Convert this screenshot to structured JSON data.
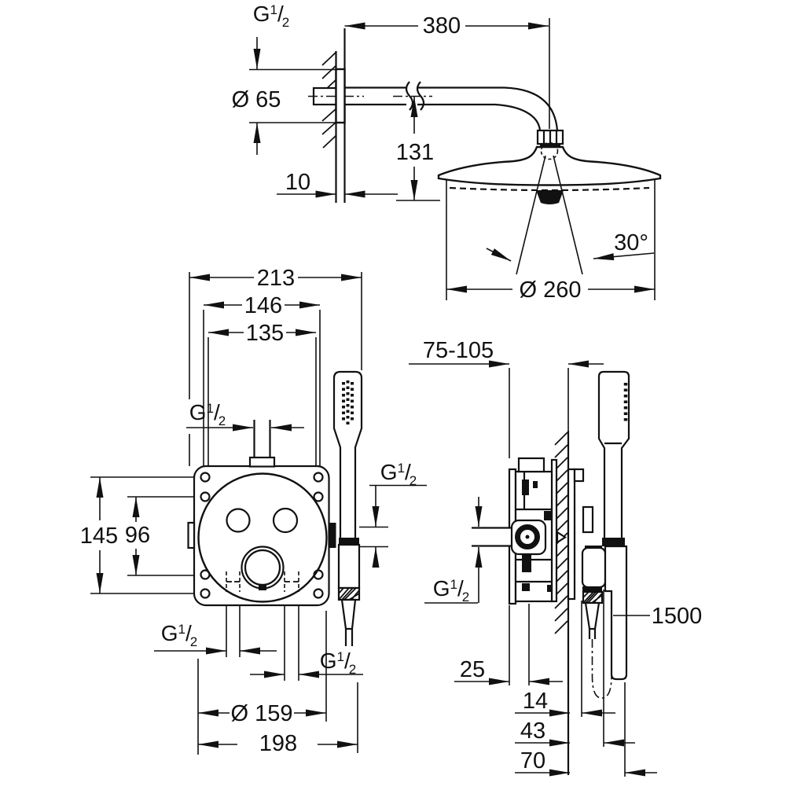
{
  "drawing": {
    "thread": {
      "g": "G",
      "sup": "1",
      "slash": "/",
      "sub": "2"
    },
    "top_view": {
      "dim_arm_length": "380",
      "dim_escutcheon": "Ø 65",
      "dim_head_height": "131",
      "dim_wall": "10",
      "dim_spray_angle": "30°",
      "dim_head_diameter": "Ø 260"
    },
    "front_view": {
      "dim_total_width": "213",
      "dim_hole_span_outer": "146",
      "dim_hole_span_inner": "135",
      "dim_hole_height_outer": "145",
      "dim_hole_height_inner": "96",
      "dim_rosette": "Ø 159",
      "dim_body_width": "198"
    },
    "side_view": {
      "dim_install_depth": "75-105",
      "dim_hose_length": "1500",
      "dim_box_depth": "25",
      "dim_plate_offset": "14",
      "dim_knob_offset": "43",
      "dim_handshower_offset": "70"
    },
    "colors": {
      "line": "#111111",
      "background": "#ffffff"
    }
  }
}
